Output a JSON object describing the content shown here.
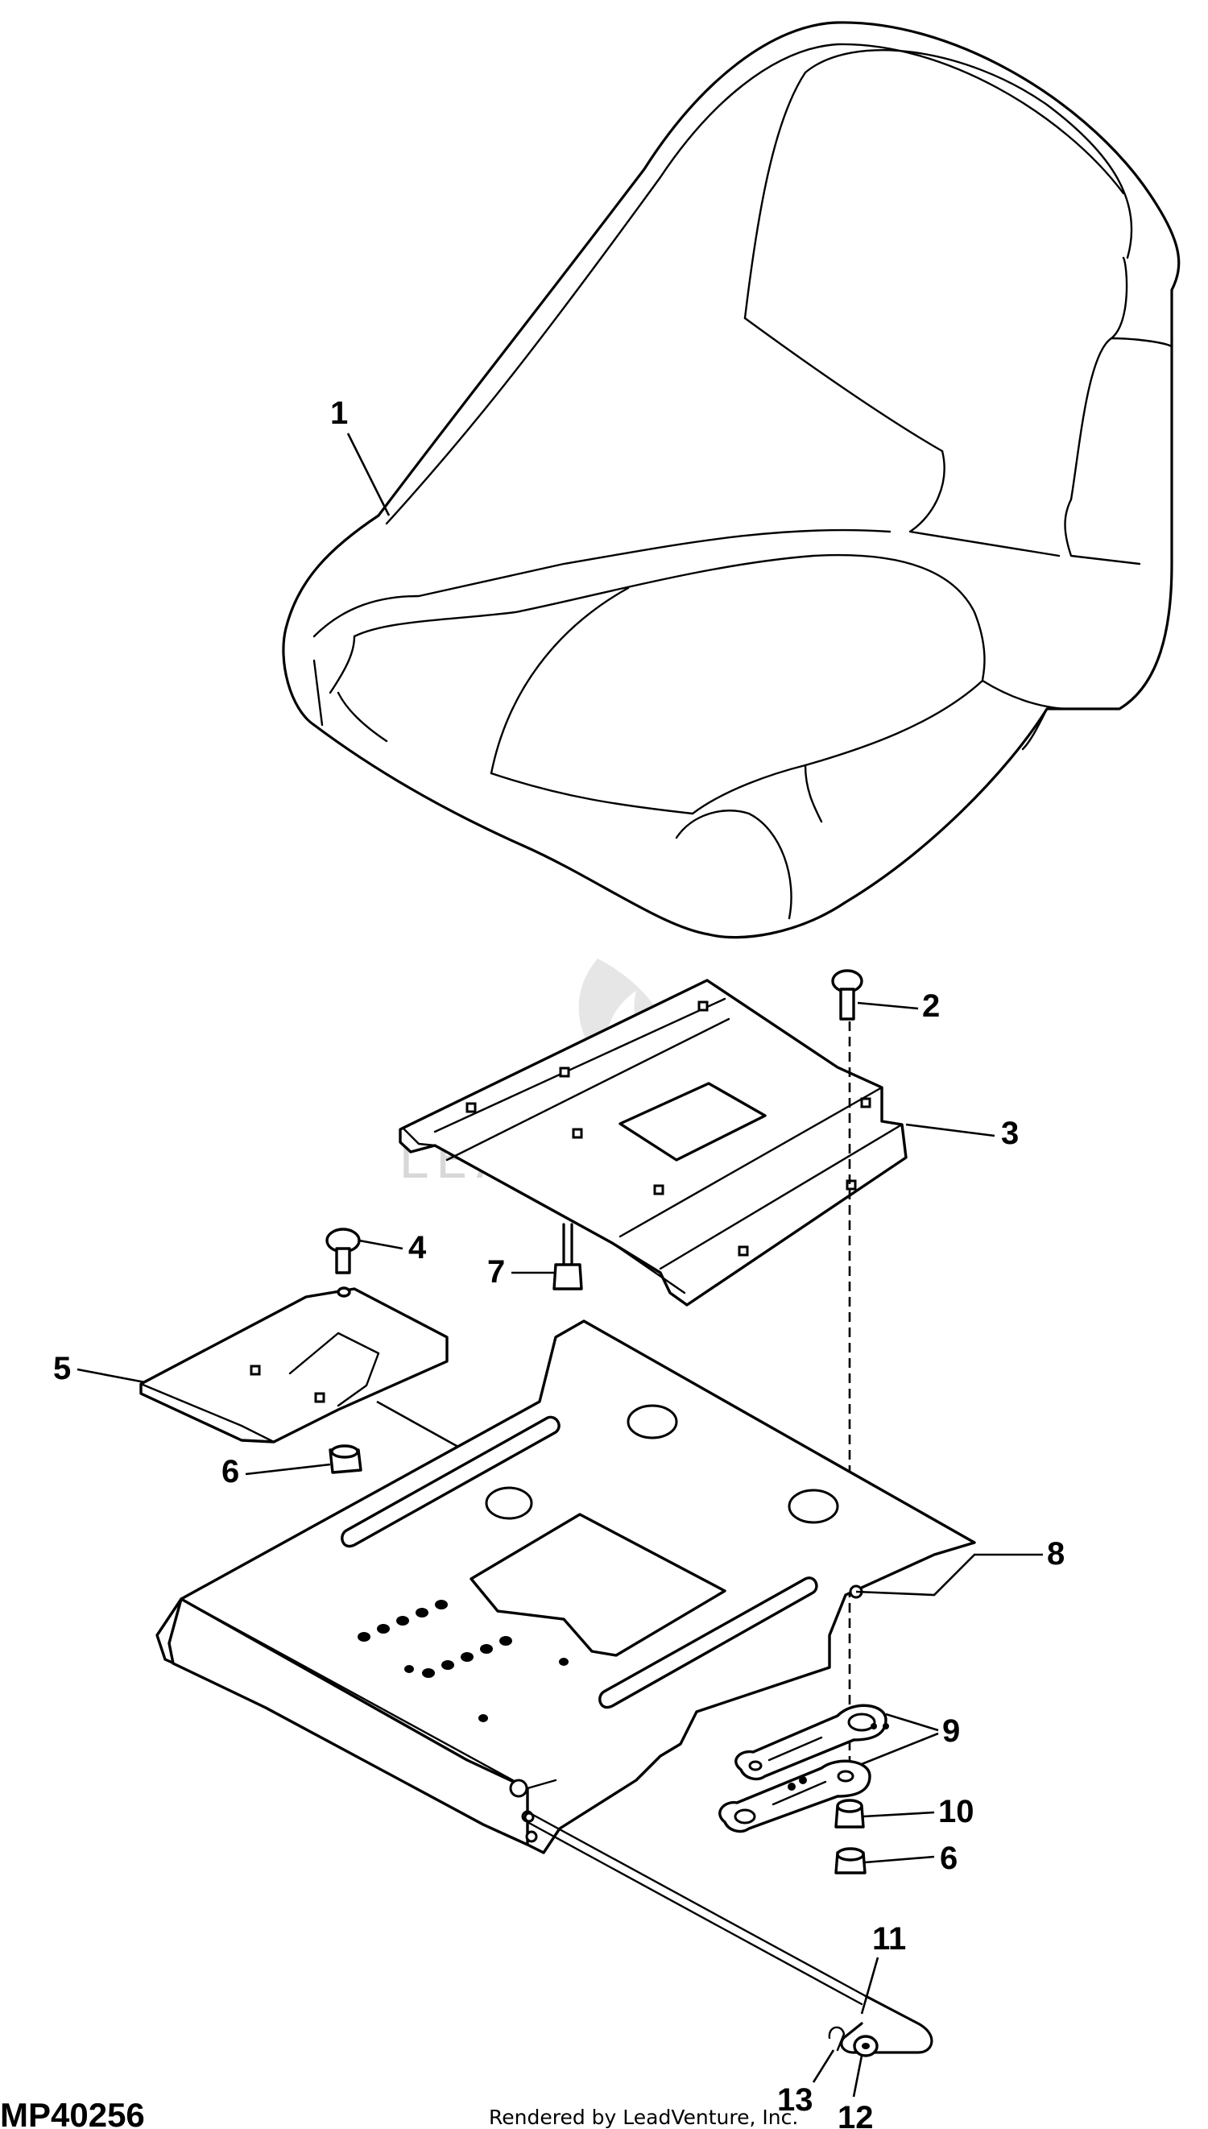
{
  "diagram_code": "MP40256",
  "credit": "Rendered by LeadVenture, Inc.",
  "watermark": "LEADVENTURE",
  "callouts": [
    "1",
    "2",
    "3",
    "4",
    "5",
    "6",
    "7",
    "8",
    "9",
    "10",
    "6",
    "11",
    "12",
    "13"
  ],
  "parts": [
    "seat",
    "carriage-bolt-2",
    "seat-slide-plate",
    "carriage-bolt-4",
    "seat-latch-plate",
    "lock-nut-6",
    "cap-screw-7",
    "seat-pan",
    "spacer-links",
    "washer-10",
    "lock-nut-6b",
    "seat-rod",
    "washer-12",
    "clip-13"
  ]
}
